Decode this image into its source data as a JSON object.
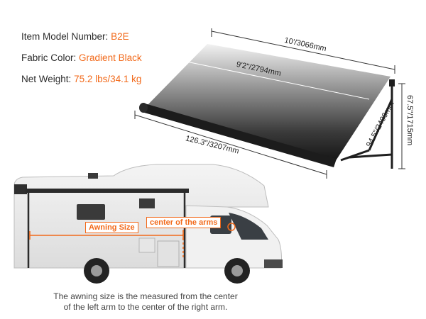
{
  "specs": {
    "model_label": "Item Model Number:",
    "model_value": "B2E",
    "color_label": "Fabric Color:",
    "color_value": "Gradient Black",
    "weight_label": "Net Weight:",
    "weight_value": "75.2 lbs/34.1 kg"
  },
  "dimensions": {
    "total_width": "10'/3066mm",
    "fabric_width": "9'2\"/2794mm",
    "front_length": "126.3\"/3207mm",
    "projection": "94.5\"/2400mm",
    "height": "67.5\"/1715mm"
  },
  "labels": {
    "awning_size": "Awning Size",
    "center_arms": "center of the arms"
  },
  "caption": {
    "line1": "The awning size is the measured from the center",
    "line2": "of the left arm to the center of the right arm."
  },
  "colors": {
    "accent": "#f26a1b",
    "text": "#2b2b2b"
  }
}
